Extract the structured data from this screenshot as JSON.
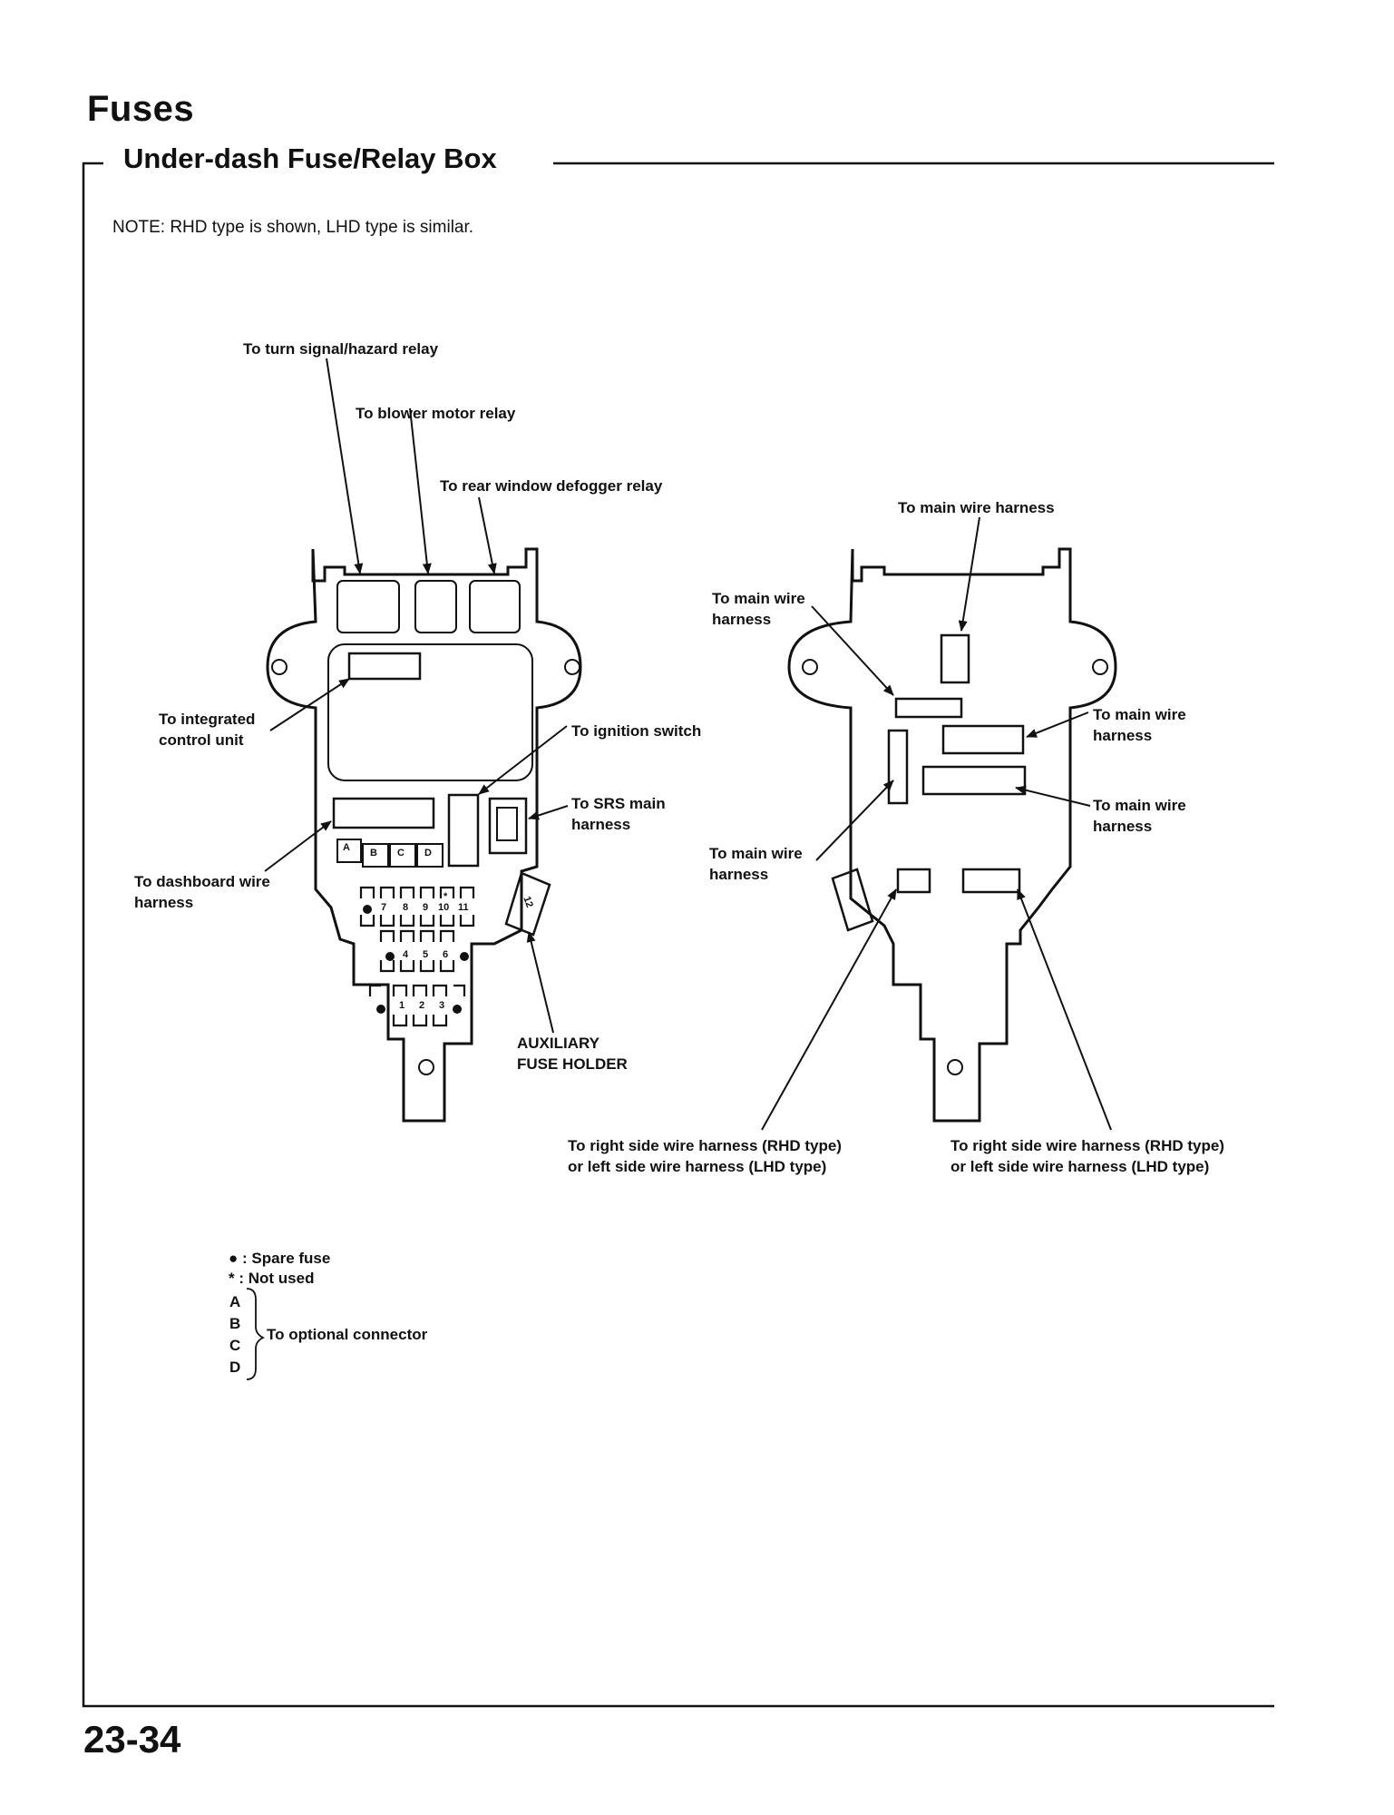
{
  "page": {
    "title": "Fuses",
    "section_title": "Under-dash Fuse/Relay Box",
    "note": "NOTE:  RHD type is shown, LHD type is similar.",
    "page_number": "23-34"
  },
  "front_view": {
    "callouts": {
      "turn_signal": "To turn signal/hazard relay",
      "blower": "To blower motor relay",
      "defogger": "To rear window defogger relay",
      "integrated_control": "To integrated\ncontrol unit",
      "ignition": "To ignition switch",
      "srs": "To SRS main\nharness",
      "dashboard": "To dashboard wire\nharness",
      "aux_holder": "AUXILIARY\nFUSE HOLDER"
    },
    "connectors": [
      "A",
      "B",
      "C",
      "D"
    ],
    "fuse_rows": {
      "top": [
        "7",
        "8",
        "9",
        "10",
        "11"
      ],
      "mid": [
        "4",
        "5",
        "6"
      ],
      "bottom": [
        "1",
        "2",
        "3"
      ],
      "aux": "12",
      "not_used_mark": "*"
    }
  },
  "rear_view": {
    "callouts": {
      "main_top": "To main wire harness",
      "main_left_upper": "To main wire\nharness",
      "main_right_upper": "To main wire\nharness",
      "main_right_lower": "To main wire\nharness",
      "main_left_lower": "To main wire\nharness",
      "right_side_1": "To right side wire harness (RHD type)\nor left side wire harness (LHD type)",
      "right_side_2": "To right side wire harness (RHD type)\nor left side wire harness (LHD type)"
    }
  },
  "legend": {
    "spare_symbol": "●",
    "spare_label": ": Spare fuse",
    "not_used_symbol": "*",
    "not_used_label": ":  Not used",
    "letters": [
      "A",
      "B",
      "C",
      "D"
    ],
    "optional_label": "To optional connector"
  }
}
